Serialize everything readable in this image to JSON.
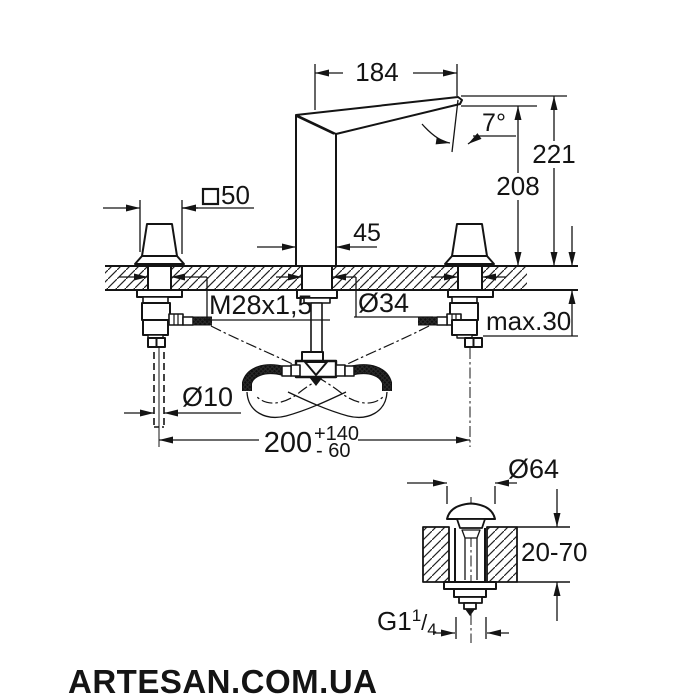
{
  "drawing_type": "faucet installation dimensional drawing",
  "dimensions": {
    "spout_reach": "184",
    "spout_tip_angle": "7°",
    "total_height": "221",
    "spout_outlet_height": "208",
    "spout_body_width": "45",
    "handle_base_square": {
      "symbol": "□",
      "value": "50"
    },
    "mounting_thread": "M28x1,5",
    "deck_hole_diameter": "Ø34",
    "max_deck_thickness": "max.30",
    "pipe_diameter": "Ø10",
    "hole_centers_distance": {
      "value": "200",
      "tol_plus": "+140",
      "tol_minus": "- 60"
    },
    "drain_cap_diameter": "Ø64",
    "drain_deck_thickness_range": "20-70",
    "drain_thread": {
      "prefix": "G1",
      "numerator": "1",
      "slash": "/",
      "denominator": "4"
    }
  },
  "watermark": {
    "text": "ARTESAN.COM.UA",
    "color": "#9b9b9b"
  },
  "colors": {
    "line": "#141414",
    "background": "#ffffff"
  }
}
